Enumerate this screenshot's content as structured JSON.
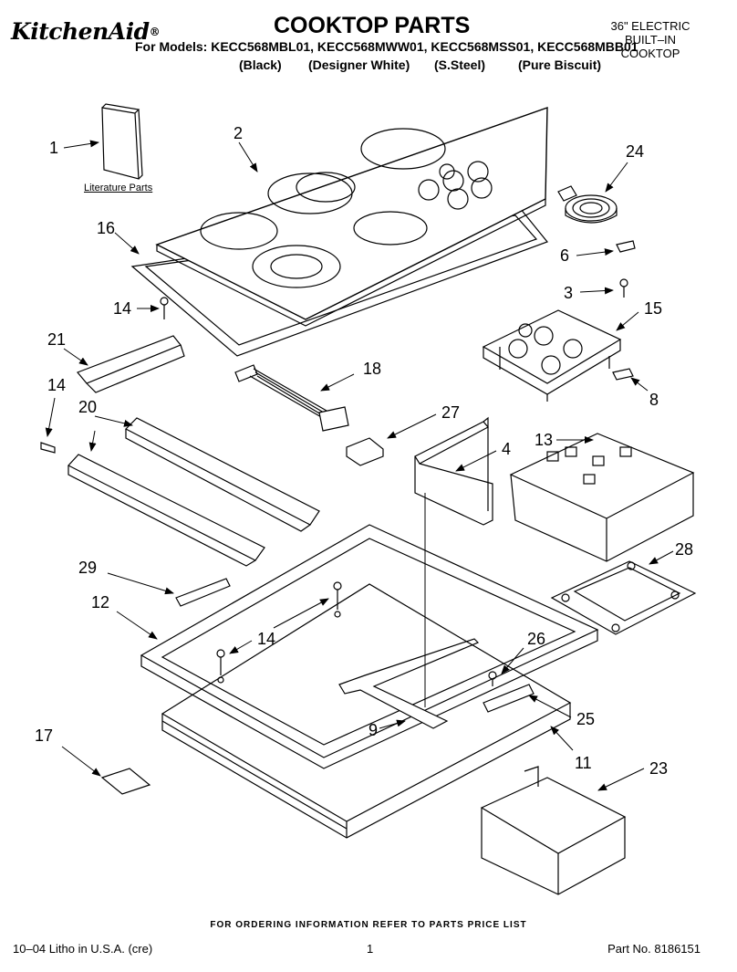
{
  "header": {
    "brand": "KitchenAid",
    "brand_mark": "®",
    "title": "COOKTOP PARTS",
    "models_line": "For Models: KECC568MBL01, KECC568MWW01, KECC568MSS01, KECC568MBB01",
    "variants": [
      "(Black)",
      "(Designer White)",
      "(S.Steel)",
      "(Pure Biscuit)"
    ],
    "corner_lines": [
      "36\" ELECTRIC",
      "BUILT–IN",
      "COOKTOP"
    ]
  },
  "diagram": {
    "literature_label": "Literature Parts",
    "callouts": [
      "1",
      "2",
      "24",
      "16",
      "6",
      "3",
      "14",
      "15",
      "21",
      "18",
      "8",
      "14",
      "20",
      "27",
      "4",
      "13",
      "28",
      "29",
      "12",
      "14",
      "26",
      "25",
      "9",
      "17",
      "11",
      "23"
    ]
  },
  "footer": {
    "ordering_note": "FOR ORDERING INFORMATION REFER TO PARTS PRICE LIST",
    "litho": "10–04 Litho in U.S.A. (cre)",
    "page_number": "1",
    "part_number": "Part No. 8186151"
  }
}
